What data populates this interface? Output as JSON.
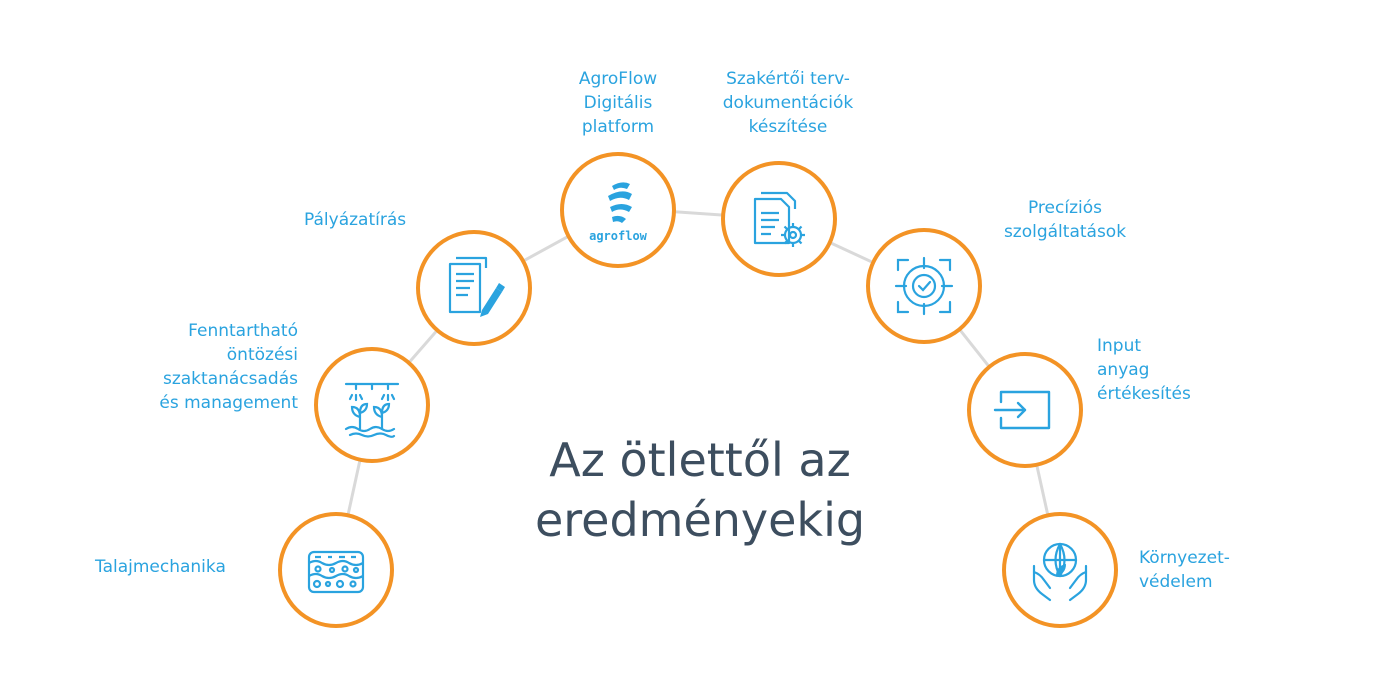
{
  "title_lines": [
    "Az ötlettől az",
    "eredményekig"
  ],
  "colors": {
    "ring": "#f39325",
    "accent": "#2aa3df",
    "connector": "#d9d9d9",
    "title": "#3d4e5f"
  },
  "nodes": [
    {
      "id": "talaj",
      "icon": "soil-layers-icon",
      "label_lines": [
        "Talajmechanika"
      ]
    },
    {
      "id": "ontozes",
      "icon": "irrigation-plants-icon",
      "label_lines": [
        "Fenntartható",
        "öntözési",
        "szaktanácsadás",
        "és management"
      ]
    },
    {
      "id": "palyazat",
      "icon": "document-pen-icon",
      "label_lines": [
        "Pályázatírás"
      ]
    },
    {
      "id": "agroflow",
      "icon": "agroflow-logo",
      "logo_text": "agroflow",
      "label_lines": [
        "AgroFlow",
        "Digitális",
        "platform"
      ]
    },
    {
      "id": "szakertoi",
      "icon": "documents-gear-icon",
      "label_lines": [
        "Szakértői terv-",
        "dokumentációk",
        "készítése"
      ]
    },
    {
      "id": "precizios",
      "icon": "target-crosshair-icon",
      "label_lines": [
        "Precíziós",
        "szolgáltatások"
      ]
    },
    {
      "id": "input",
      "icon": "input-arrow-icon",
      "label_lines": [
        "Input",
        "anyag",
        "értékesítés"
      ]
    },
    {
      "id": "kornyezet",
      "icon": "globe-hands-icon",
      "label_lines": [
        "Környezet-",
        "védelem"
      ]
    }
  ]
}
